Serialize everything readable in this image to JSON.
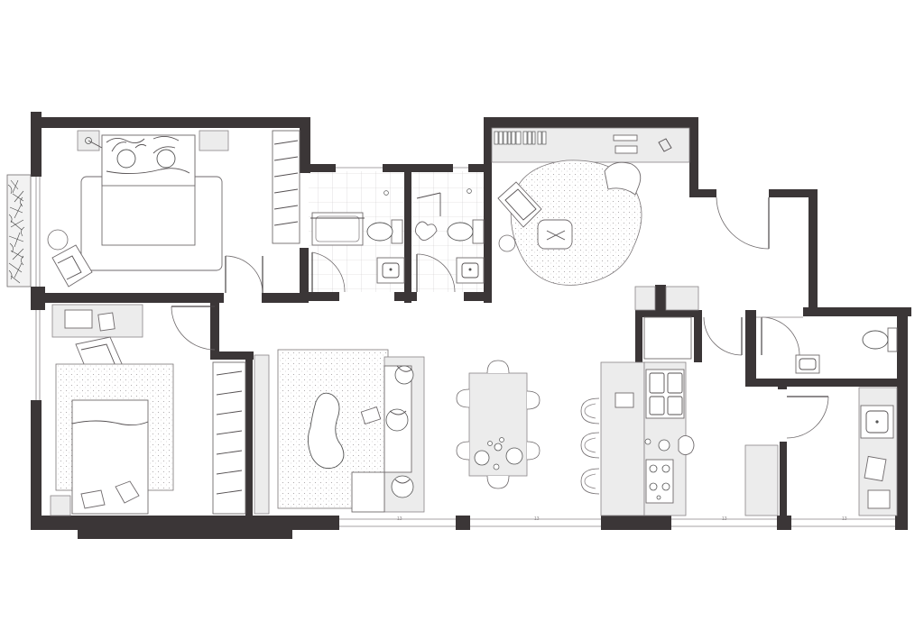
{
  "plan": {
    "wall_color": "#3b3637",
    "furniture_fill": "#ececec",
    "background": "#ffffff",
    "rooms": [
      {
        "id": "bedroom-1",
        "kind": "bedroom"
      },
      {
        "id": "bedroom-2",
        "kind": "bedroom"
      },
      {
        "id": "bathroom-1",
        "kind": "bathroom"
      },
      {
        "id": "bathroom-2",
        "kind": "bathroom"
      },
      {
        "id": "study",
        "kind": "office"
      },
      {
        "id": "living",
        "kind": "living-room"
      },
      {
        "id": "dining",
        "kind": "dining"
      },
      {
        "id": "kitchen",
        "kind": "kitchen"
      },
      {
        "id": "wc",
        "kind": "toilet"
      },
      {
        "id": "laundry",
        "kind": "laundry"
      }
    ],
    "window_marks": [
      "13",
      "13",
      "13",
      "13"
    ]
  }
}
